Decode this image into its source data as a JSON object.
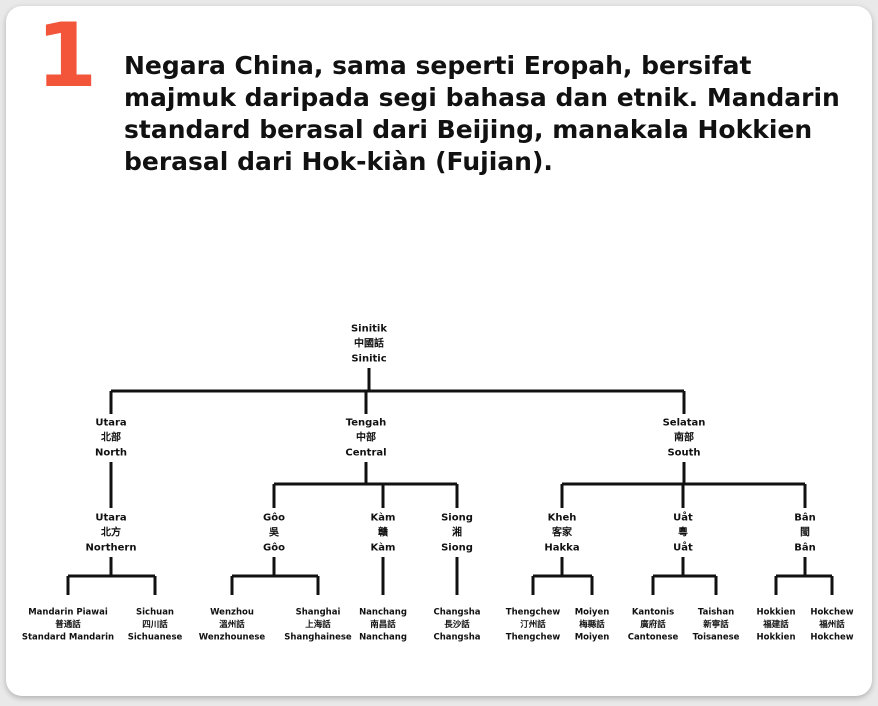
{
  "step": {
    "number": "1"
  },
  "headline": "Negara China, sama seperti Eropah, bersifat majmuk daripada segi bahasa dan etnik. Mandarin standard berasal dari Beijing, manakala Hokkien berasal dari Hok-kiàn (Fujian).",
  "tree": {
    "root": {
      "lines": [
        "Sinitik",
        "中國話",
        "Sinitic"
      ]
    },
    "branches": [
      {
        "lines": [
          "Utara",
          "北部",
          "North"
        ],
        "children": [
          {
            "lines": [
              "Utara",
              "北方",
              "Northern"
            ],
            "children": [
              {
                "lines": [
                  "Mandarin Piawai",
                  "普通話",
                  "Standard Mandarin"
                ]
              },
              {
                "lines": [
                  "Sichuan",
                  "四川話",
                  "Sichuanese"
                ]
              }
            ]
          }
        ]
      },
      {
        "lines": [
          "Tengah",
          "中部",
          "Central"
        ],
        "children": [
          {
            "lines": [
              "Gôo",
              "吳",
              "Gôo"
            ],
            "children": [
              {
                "lines": [
                  "Wenzhou",
                  "溫州話",
                  "Wenzhounese"
                ]
              },
              {
                "lines": [
                  "Shanghai",
                  "上海話",
                  "Shanghainese"
                ]
              }
            ]
          },
          {
            "lines": [
              "Kàm",
              "贛",
              "Kàm"
            ],
            "children": [
              {
                "lines": [
                  "Nanchang",
                  "南昌話",
                  "Nanchang"
                ]
              }
            ]
          },
          {
            "lines": [
              "Siong",
              "湘",
              "Siong"
            ],
            "children": [
              {
                "lines": [
                  "Changsha",
                  "長沙話",
                  "Changsha"
                ]
              }
            ]
          }
        ]
      },
      {
        "lines": [
          "Selatan",
          "南部",
          "South"
        ],
        "children": [
          {
            "lines": [
              "Kheh",
              "客家",
              "Hakka"
            ],
            "children": [
              {
                "lines": [
                  "Thengchew",
                  "汀州話",
                  "Thengchew"
                ]
              },
              {
                "lines": [
                  "Moiyen",
                  "梅縣話",
                  "Moiyen"
                ]
              }
            ]
          },
          {
            "lines": [
              "Uåt",
              "粵",
              "Uåt"
            ],
            "children": [
              {
                "lines": [
                  "Kantonis",
                  "廣府話",
                  "Cantonese"
                ]
              },
              {
                "lines": [
                  "Taishan",
                  "新寧話",
                  "Toisanese"
                ]
              }
            ]
          },
          {
            "lines": [
              "Bân",
              "閩",
              "Bân"
            ],
            "children": [
              {
                "lines": [
                  "Hokkien",
                  "福建話",
                  "Hokkien"
                ]
              },
              {
                "lines": [
                  "Hokchew",
                  "福州話",
                  "Hokchew"
                ]
              }
            ]
          }
        ]
      }
    ]
  }
}
